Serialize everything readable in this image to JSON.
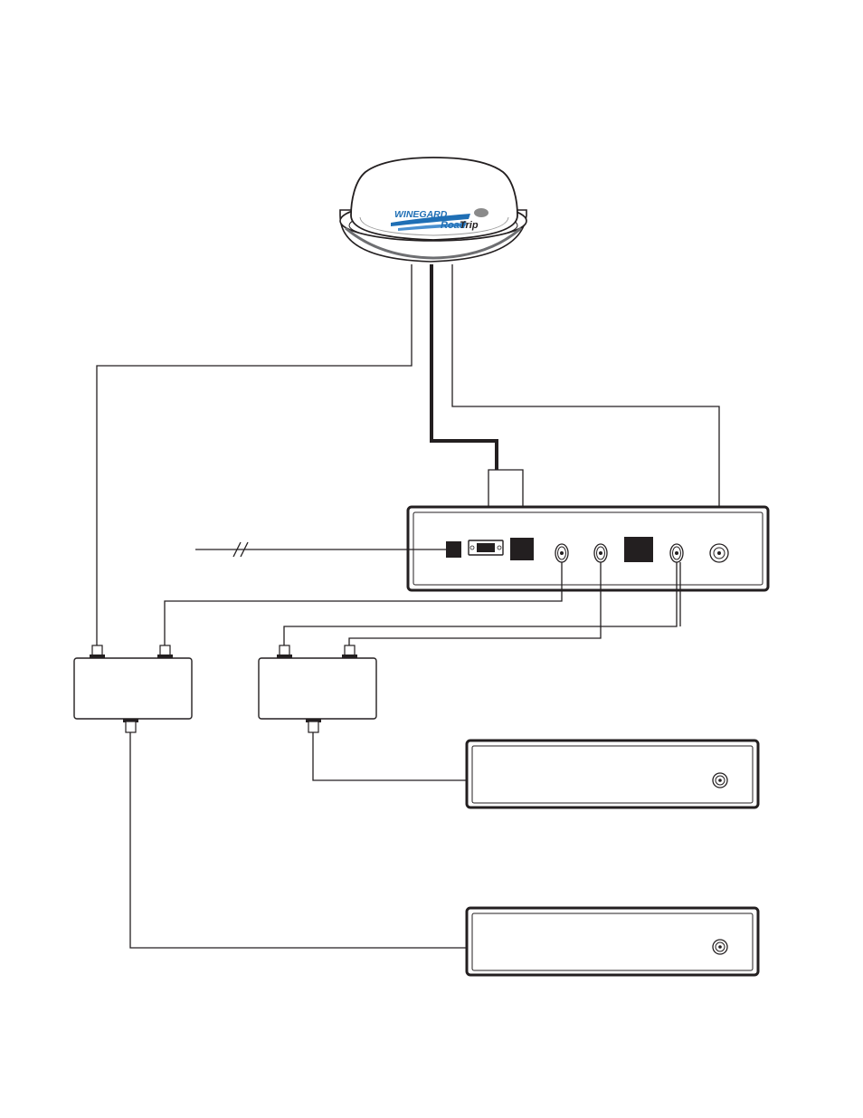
{
  "logo": {
    "brand_name": "WINEGARD",
    "product_name_a": "Road",
    "product_name_b": "Trip",
    "brand_color": "#1f6fb5"
  },
  "components": {
    "antenna": "satellite-dome-antenna",
    "control_box": "control-box",
    "switches": [
      "multiswitch-left",
      "multiswitch-right"
    ],
    "receivers": [
      "receiver-top",
      "receiver-bottom"
    ]
  }
}
